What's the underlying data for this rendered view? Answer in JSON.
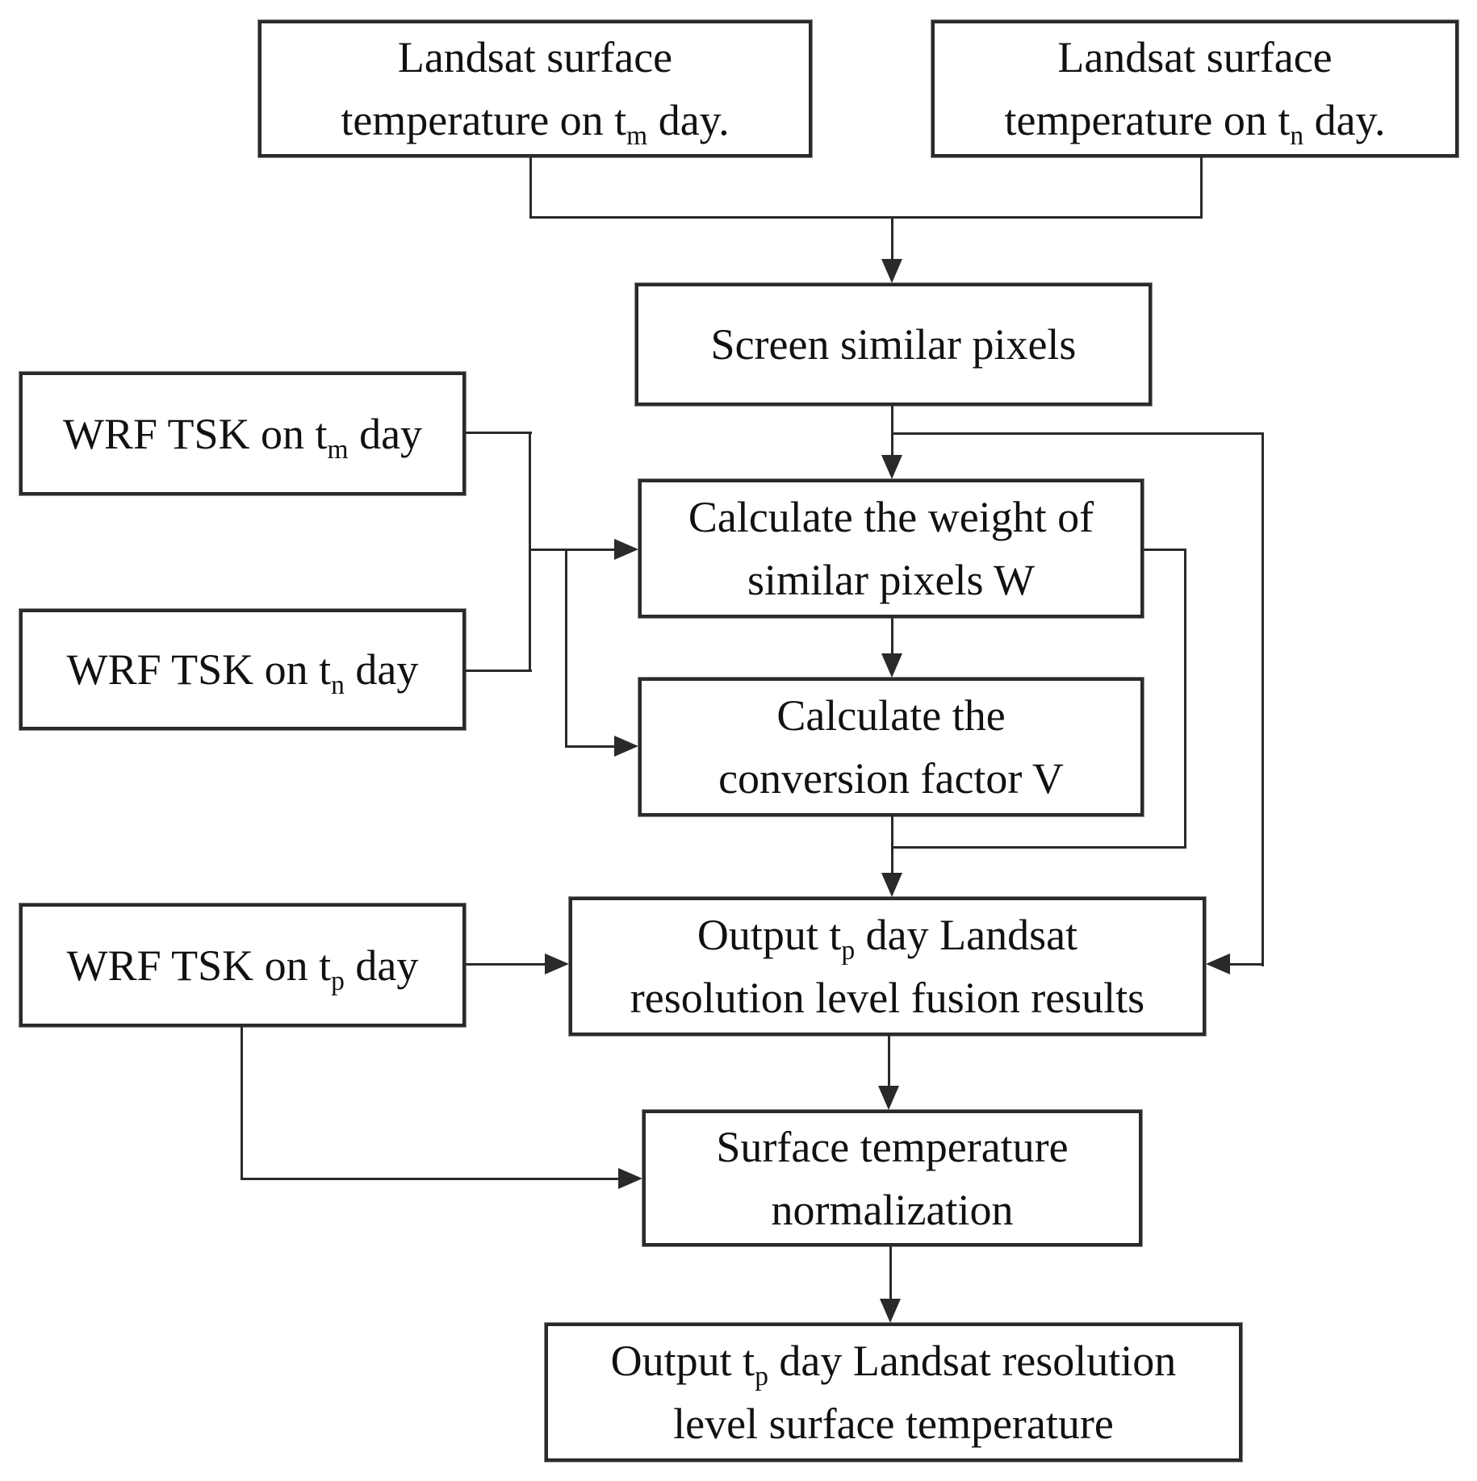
{
  "figure": {
    "type": "flowchart",
    "title": "Landsat / WRF surface temperature fusion workflow",
    "colors": {
      "ink": "#2a2a2a",
      "text": "#111111",
      "background": "#ffffff"
    }
  },
  "nodes": {
    "landsat_tm": {
      "line1": "Landsat surface",
      "l2_pre": "temperature on t",
      "sub": "m",
      "l2_post": " day."
    },
    "landsat_tn": {
      "line1": "Landsat surface",
      "l2_pre": "temperature on t",
      "sub": "n",
      "l2_post": " day."
    },
    "screen": {
      "line1": "Screen similar pixels"
    },
    "wrf_tm": {
      "l1_pre": "WRF TSK on t",
      "sub": "m",
      "l1_post": " day"
    },
    "wrf_tn": {
      "l1_pre": "WRF TSK on t",
      "sub": "n",
      "l1_post": " day"
    },
    "weight": {
      "line1": "Calculate the weight of",
      "line2": "similar pixels W"
    },
    "conversion": {
      "line1": "Calculate the",
      "line2": "conversion factor V"
    },
    "wrf_tp": {
      "l1_pre": "WRF TSK on t",
      "sub": "p",
      "l1_post": " day"
    },
    "fusion": {
      "l1_pre": "Output t",
      "sub": "p",
      "l1_post": " day Landsat",
      "line2": "resolution level fusion results"
    },
    "normalization": {
      "line1": "Surface temperature",
      "line2": "normalization"
    },
    "final_output": {
      "l1_pre": "Output t",
      "sub": "p",
      "l1_post": " day Landsat resolution",
      "line2": "level surface temperature"
    }
  }
}
